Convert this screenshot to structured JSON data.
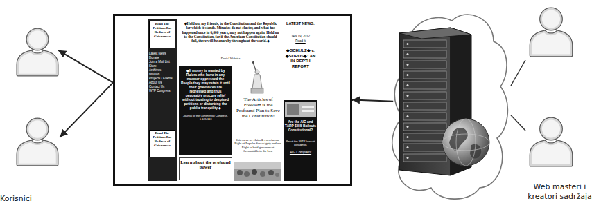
{
  "diagram": {
    "nodes": [
      {
        "text": []
      },
      {
        "text": []
      },
      {
        "text": [
          "◆Hold on, my friends, to the Constitution and the Republic for which it stands. Miracles do not cluster, and what has happened once in 6,000 years, may not happen again. Hold on to the Constitution, for if the American Constitution should fail, there will be anarchy throughout the world.◆",
          "Daniel Webster",
          "The Articles of Freedom is the Profound Plan to Save the Constitution!",
          "Join us as we claim & exercise our Right of Popular Sovereignty and our Right to hold government Accountable to the Law"
        ]
      },
      {
        "text": [
          "Latest News",
          "Donate",
          "Join a Mail List",
          "Store",
          "Archives",
          "Mission",
          "Projects / Events",
          "About Us",
          "Contact Us",
          "WTP Congress"
        ],
        "in": 2
      },
      {
        "text": [
          "Read The Petitions For Redress of Grievances"
        ],
        "in": 3
      },
      {
        "text": [
          "Read The Petitions For Redress of Grievances"
        ],
        "in": 3
      },
      {
        "text": [
          "◆If money is wanted by Rulers who have in any manner oppressed the People they may retain it until their grievances are redressed and thus peaceably procure relief without trusting to despised petitions or disturbing the public tranquility.◆",
          "Journal of the Continental Congress, 1:105-113"
        ],
        "in": 2
      },
      {
        "text": [
          "Learn about the profound power"
        ],
        "in": 2
      },
      {
        "text": [
          "LATEST NEWS:",
          "JAN 19, 2012",
          "Read It",
          "◆SCHULZ◆ v. ◆SOROS◆: AN IN-DEPTH REPORT"
        ],
        "in": 2
      },
      {
        "text": [
          "Are the AIG and TARP $555 Bailouts Constitutional?",
          "Read the WTP lawsuit pleadings",
          "AIG Complaint"
        ],
        "in": 8
      },
      {
        "text": []
      },
      {
        "text": []
      },
      {
        "text": []
      }
    ],
    "edges": [
      {
        "from": 2,
        "to": 0,
        "arrow": "to"
      },
      {
        "from": 2,
        "to": 1,
        "arrow": "to"
      },
      {
        "from": 10,
        "to": 2,
        "arrow": "to"
      },
      {
        "from": 11,
        "to": 10,
        "arrow": "none"
      },
      {
        "from": 12,
        "to": 10,
        "arrow": "none"
      }
    ],
    "labels": [
      "Korisnici",
      "Web masteri i kreatori sadržaja"
    ]
  }
}
